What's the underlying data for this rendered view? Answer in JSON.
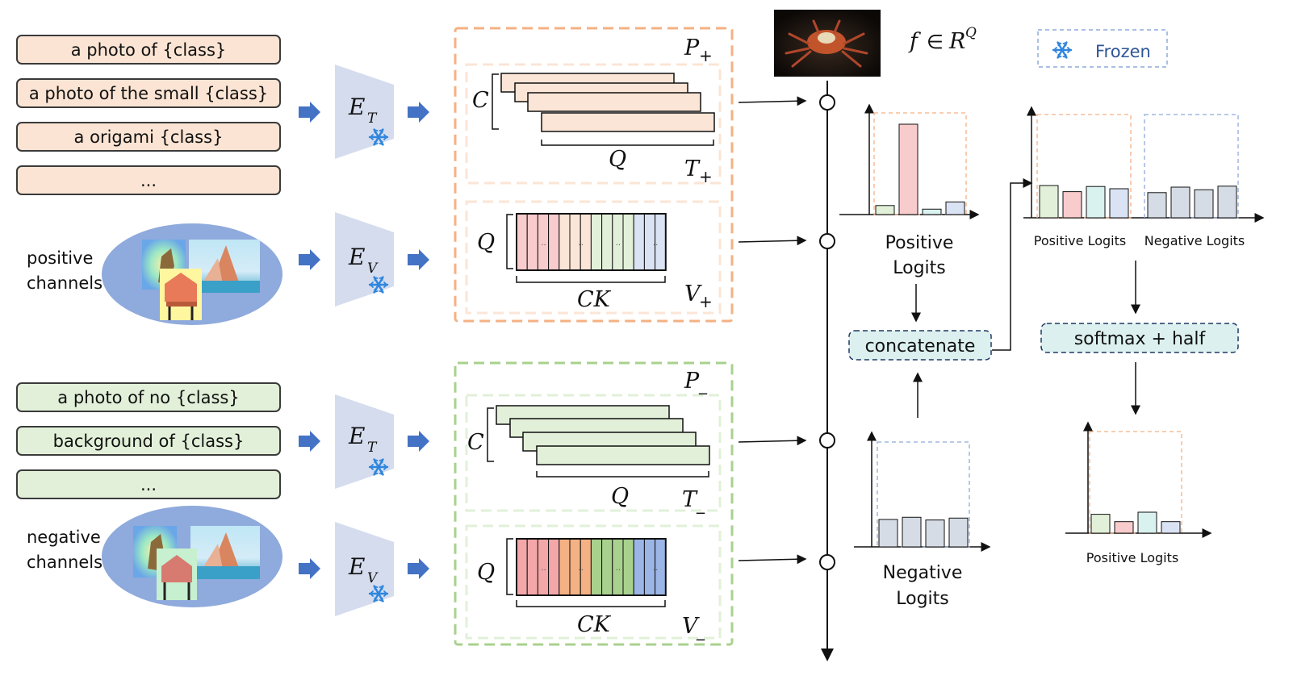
{
  "positive_prompts": [
    "a photo of {class}",
    "a photo of the small {class}",
    "a origami {class}",
    "..."
  ],
  "negative_prompts": [
    "a photo of no {class}",
    "background of {class}",
    "..."
  ],
  "positive_channels_label": [
    "positive",
    "channels"
  ],
  "negative_channels_label": [
    "negative",
    "channels"
  ],
  "encoders": {
    "text": "E",
    "text_sub": "T",
    "visual": "E",
    "visual_sub": "V"
  },
  "blocks": {
    "p_plus": "P",
    "p_minus": "P",
    "t_plus": "T",
    "t_minus": "T",
    "v_plus": "V",
    "v_minus": "V",
    "plus_sign": "+",
    "minus_sign": "_",
    "C": "C",
    "Q": "Q",
    "CK": "CK",
    "dots": ".."
  },
  "feature_label": {
    "f": "f",
    "in": "∈",
    "R": "R",
    "sup": "Q"
  },
  "legend": {
    "frozen": "Frozen"
  },
  "ops": {
    "concatenate": "concatenate",
    "softmax": "softmax + half"
  },
  "labels": {
    "positive_logits": [
      "Positive",
      "Logits"
    ],
    "negative_logits": [
      "Negative",
      "Logits"
    ],
    "positive_logits_small": "Positive Logits",
    "negative_logits_small": "Negative Logits"
  },
  "colors": {
    "orange": "#f4b183",
    "green": "#a9d18e",
    "blue": "#4472c4",
    "encoder": "#d5dcee",
    "ellipse": "#8faadc",
    "ops_fill": "#dcf1ef",
    "pink": "#f8cbcc",
    "green_bar": "#e2f0d9",
    "teal_bar": "#d9f1ef",
    "lav_bar": "#dae3f3",
    "gray_bar": "#d6dce5"
  },
  "chart_data": [
    {
      "type": "bar",
      "title": "Positive Logits",
      "values": [
        0.1,
        1.0,
        0.06,
        0.14
      ]
    },
    {
      "type": "bar",
      "title": "Negative Logits",
      "values": [
        1.0,
        1.08,
        0.98,
        1.05
      ]
    },
    {
      "type": "bar",
      "title": "Positive Logits / Negative Logits",
      "values": [
        1.0,
        0.81,
        0.97,
        0.9,
        0.78,
        0.95,
        0.87,
        0.98
      ]
    },
    {
      "type": "bar",
      "title": "Positive Logits",
      "values": [
        0.9,
        0.55,
        1.0,
        0.55
      ]
    }
  ]
}
